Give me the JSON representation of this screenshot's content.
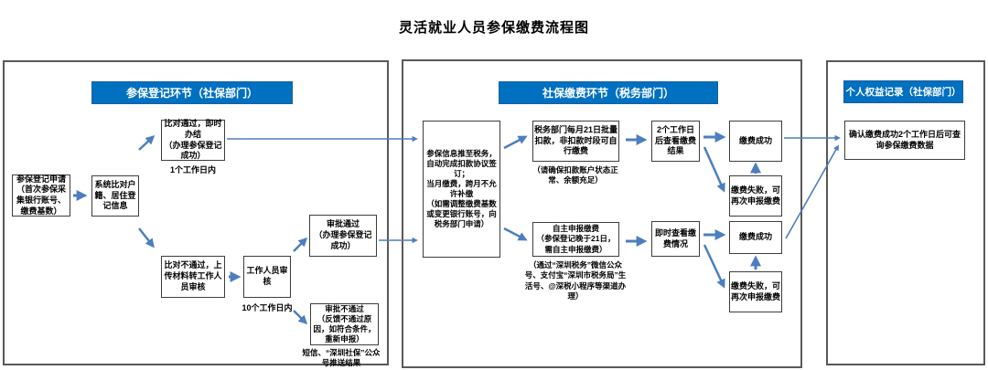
{
  "title": "灵活就业人员参保缴费流程图",
  "colors": {
    "header_bg": "#0070c0",
    "header_text": "#ffffff",
    "arrow": "#4d7ebf",
    "box_border": "#3d3d3d",
    "panel_border": "#595959"
  },
  "sections": {
    "registration": {
      "header": "参保登记环节（社保部门）",
      "nodes": {
        "apply": "参保登记申请\n（首次参保采集银行账号、缴费基数）",
        "system_check": "系统比对户籍、居住登记信息",
        "check_pass": "比对通过，即时办结\n（办理参保登记成功）",
        "check_pass_note": "1个工作日内",
        "check_fail": "比对不通过，上传材料转工作人员审核",
        "staff_review": "工作人员审核",
        "staff_review_note": "10个工作日内",
        "approve_pass": "审批通过\n（办理参保登记成功）",
        "approve_fail": "审批不通过\n（反馈不通过原因，如符合条件，重新申报）",
        "approve_fail_note": "短信、“深圳社保”公众号推送结果"
      }
    },
    "payment": {
      "header": "社保缴费环节（税务部门）",
      "nodes": {
        "push_info": "参保信息推至税务，自动完成扣款协议签订；\n当月缴费，跨月不允许补缴\n（如需调整缴费基数或变更银行账号，向税务部门申请）",
        "batch_deduct": "税务部门每月21日批量扣款，非扣款时段可自行缴费",
        "batch_deduct_note": "（请确保扣款账户状态正常、余额充足）",
        "check_result": "2个工作日后查看缴费结果",
        "pay_success_batch": "缴费成功",
        "pay_fail_batch": "缴费失败，可再次申报缴费",
        "self_declare": "自主申报缴费\n（参保登记晚于21日，需自主申报缴费）",
        "self_declare_note": "（通过“深圳税务”微信公众号、支付宝“深圳市税务局”生活号、@深税小程序等渠道办理）",
        "check_now": "即时查看缴费情况",
        "pay_success_self": "缴费成功",
        "pay_fail_self": "缴费失败，可再次申报缴费"
      }
    },
    "record": {
      "header": "个人权益记录（社保部门）",
      "nodes": {
        "confirm": "确认缴费成功2个工作日后可查询参保缴费数据"
      }
    }
  },
  "edges": [
    {
      "from": "apply",
      "to": "system_check"
    },
    {
      "from": "system_check",
      "to": "check_pass"
    },
    {
      "from": "system_check",
      "to": "check_fail"
    },
    {
      "from": "check_pass",
      "to": "push_info"
    },
    {
      "from": "check_fail",
      "to": "staff_review"
    },
    {
      "from": "staff_review",
      "to": "approve_pass"
    },
    {
      "from": "staff_review",
      "to": "approve_fail"
    },
    {
      "from": "approve_pass",
      "to": "push_info"
    },
    {
      "from": "push_info",
      "to": "batch_deduct"
    },
    {
      "from": "push_info",
      "to": "self_declare"
    },
    {
      "from": "batch_deduct",
      "to": "check_result"
    },
    {
      "from": "check_result",
      "to": "pay_success_batch"
    },
    {
      "from": "check_result",
      "to": "pay_fail_batch"
    },
    {
      "from": "pay_fail_batch",
      "to": "pay_success_batch"
    },
    {
      "from": "self_declare",
      "to": "check_now"
    },
    {
      "from": "check_now",
      "to": "pay_success_self"
    },
    {
      "from": "check_now",
      "to": "pay_fail_self"
    },
    {
      "from": "pay_fail_self",
      "to": "pay_success_self"
    },
    {
      "from": "pay_success_batch",
      "to": "confirm"
    },
    {
      "from": "pay_success_self",
      "to": "confirm"
    }
  ]
}
